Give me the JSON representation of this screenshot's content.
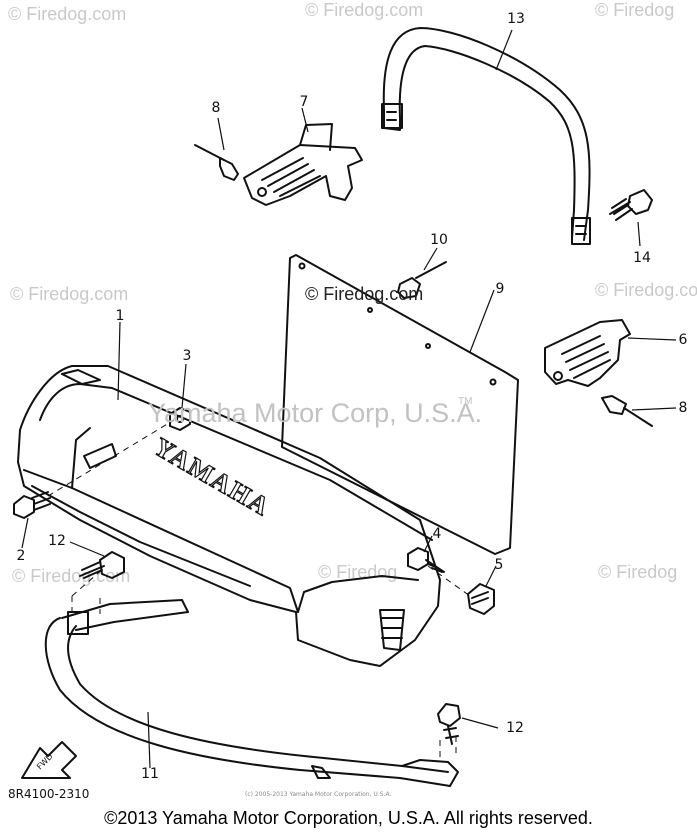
{
  "watermarks": {
    "top_left": "© Firedog.com",
    "top_center": "© Firedog.com",
    "top_right": "© Firedog",
    "mid_left": "© Firedog.com",
    "mid_right": "© Firedog.com",
    "low_left": "© Firedog.com",
    "low_center": "© Firedog",
    "low_right": "© Firedog",
    "center": "© Firedog.com",
    "brand": "Yamaha Motor Corp, U.S.A.",
    "brand_tm": "TM"
  },
  "part_labels": {
    "p1": "1",
    "p2": "2",
    "p3": "3",
    "p4": "4",
    "p5": "5",
    "p6": "6",
    "p7": "7",
    "p8_top": "8",
    "p8_right": "8",
    "p9": "9",
    "p10": "10",
    "p11": "11",
    "p12_left": "12",
    "p12_right": "12",
    "p13": "13",
    "p14": "14"
  },
  "bumper_text": "YAMAHA",
  "fwd_label": "FWD",
  "diagram_code": "8R4100-2310",
  "small_copyright": "(c) 2005-2013 Yamaha Motor Corporation, U.S.A.",
  "footer": "©2013 Yamaha Motor Corporation, U.S.A. All rights reserved."
}
